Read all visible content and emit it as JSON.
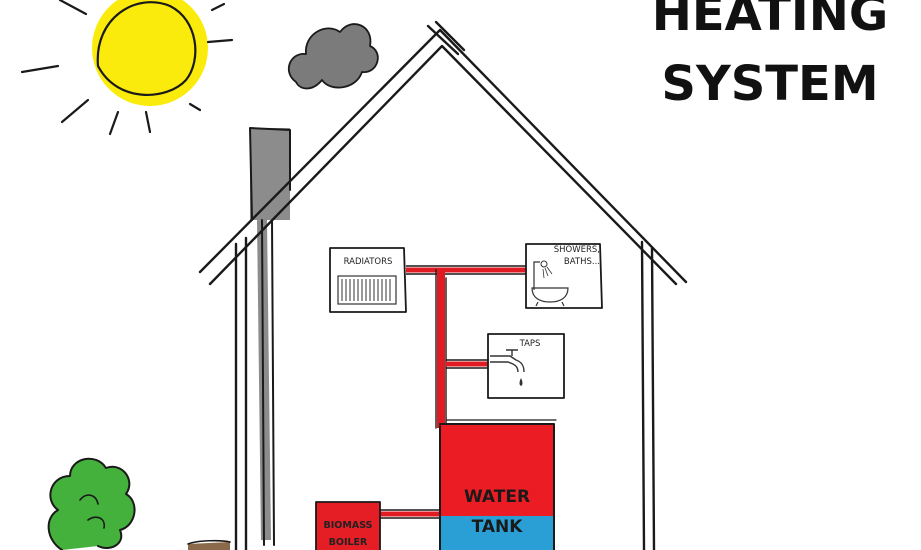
{
  "title": {
    "line1": "HEATING",
    "line2": "SYSTEM"
  },
  "labels": {
    "radiators": "RADIATORS",
    "showers_line1": "SHOWERS,",
    "showers_line2": "BATHS...",
    "taps": "TAPS",
    "tank_line1": "WATER",
    "tank_line2": "TANK",
    "boiler_line1": "BIOMASS",
    "boiler_line2": "BOILER"
  },
  "icons": {
    "sun": "sun-icon",
    "cloud": "cloud-icon",
    "tree": "tree-icon",
    "radiator": "radiator-icon",
    "shower": "shower-icon",
    "bathtub": "bathtub-icon",
    "tap": "tap-icon"
  },
  "colors": {
    "sun": "#fbeb0c",
    "cloud": "#7b7b7b",
    "chimney": "#8c8c8c",
    "pipe": "#e01b24",
    "tank_hot": "#ec1c24",
    "tank_cold": "#2a9fd6",
    "boiler": "#e51d25",
    "tree": "#43b13b",
    "stump": "#8a6a4a"
  }
}
